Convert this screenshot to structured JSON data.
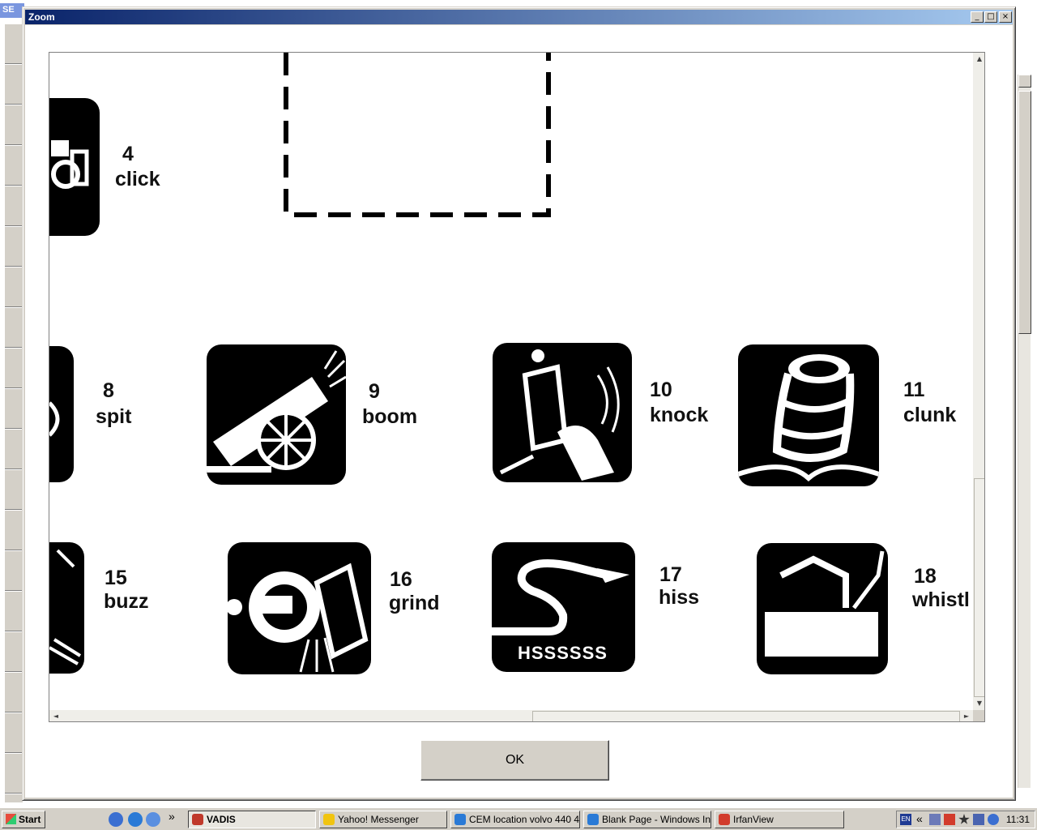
{
  "background_app": {
    "title_fragment": "SE"
  },
  "dialog": {
    "title": "Zoom",
    "minimize_glyph": "_",
    "maximize_glyph": "□",
    "close_glyph": "×",
    "ok_label": "OK"
  },
  "image": {
    "items": [
      {
        "number": "4",
        "word": "click"
      },
      {
        "number": "8",
        "word": "spit"
      },
      {
        "number": "9",
        "word": "boom"
      },
      {
        "number": "10",
        "word": "knock"
      },
      {
        "number": "11",
        "word": "clunk"
      },
      {
        "number": "15",
        "word": "buzz"
      },
      {
        "number": "16",
        "word": "grind"
      },
      {
        "number": "17",
        "word": "hiss"
      },
      {
        "number": "18",
        "word": "whistl"
      }
    ],
    "hiss_icon_text": "HSSSSSS"
  },
  "scrollbars": {
    "up": "▲",
    "down": "▼",
    "left": "◄",
    "right": "►",
    "vertical_position": 1.0,
    "horizontal_position": 1.0
  },
  "taskbar": {
    "start_label": "Start",
    "more_glyph": "»",
    "tasks": [
      {
        "label": "VADIS",
        "color": "#c0392b"
      },
      {
        "label": "Yahoo! Messenger",
        "color": "#f1c40f"
      },
      {
        "label": "CEM location volvo 440 4...",
        "color": "#2a7ad6"
      },
      {
        "label": "Blank Page - Windows In...",
        "color": "#2a7ad6"
      },
      {
        "label": "IrfanView",
        "color": "#d23b2b"
      }
    ],
    "tray_language": "EN",
    "tray_expand": "«",
    "clock": "11:31"
  }
}
